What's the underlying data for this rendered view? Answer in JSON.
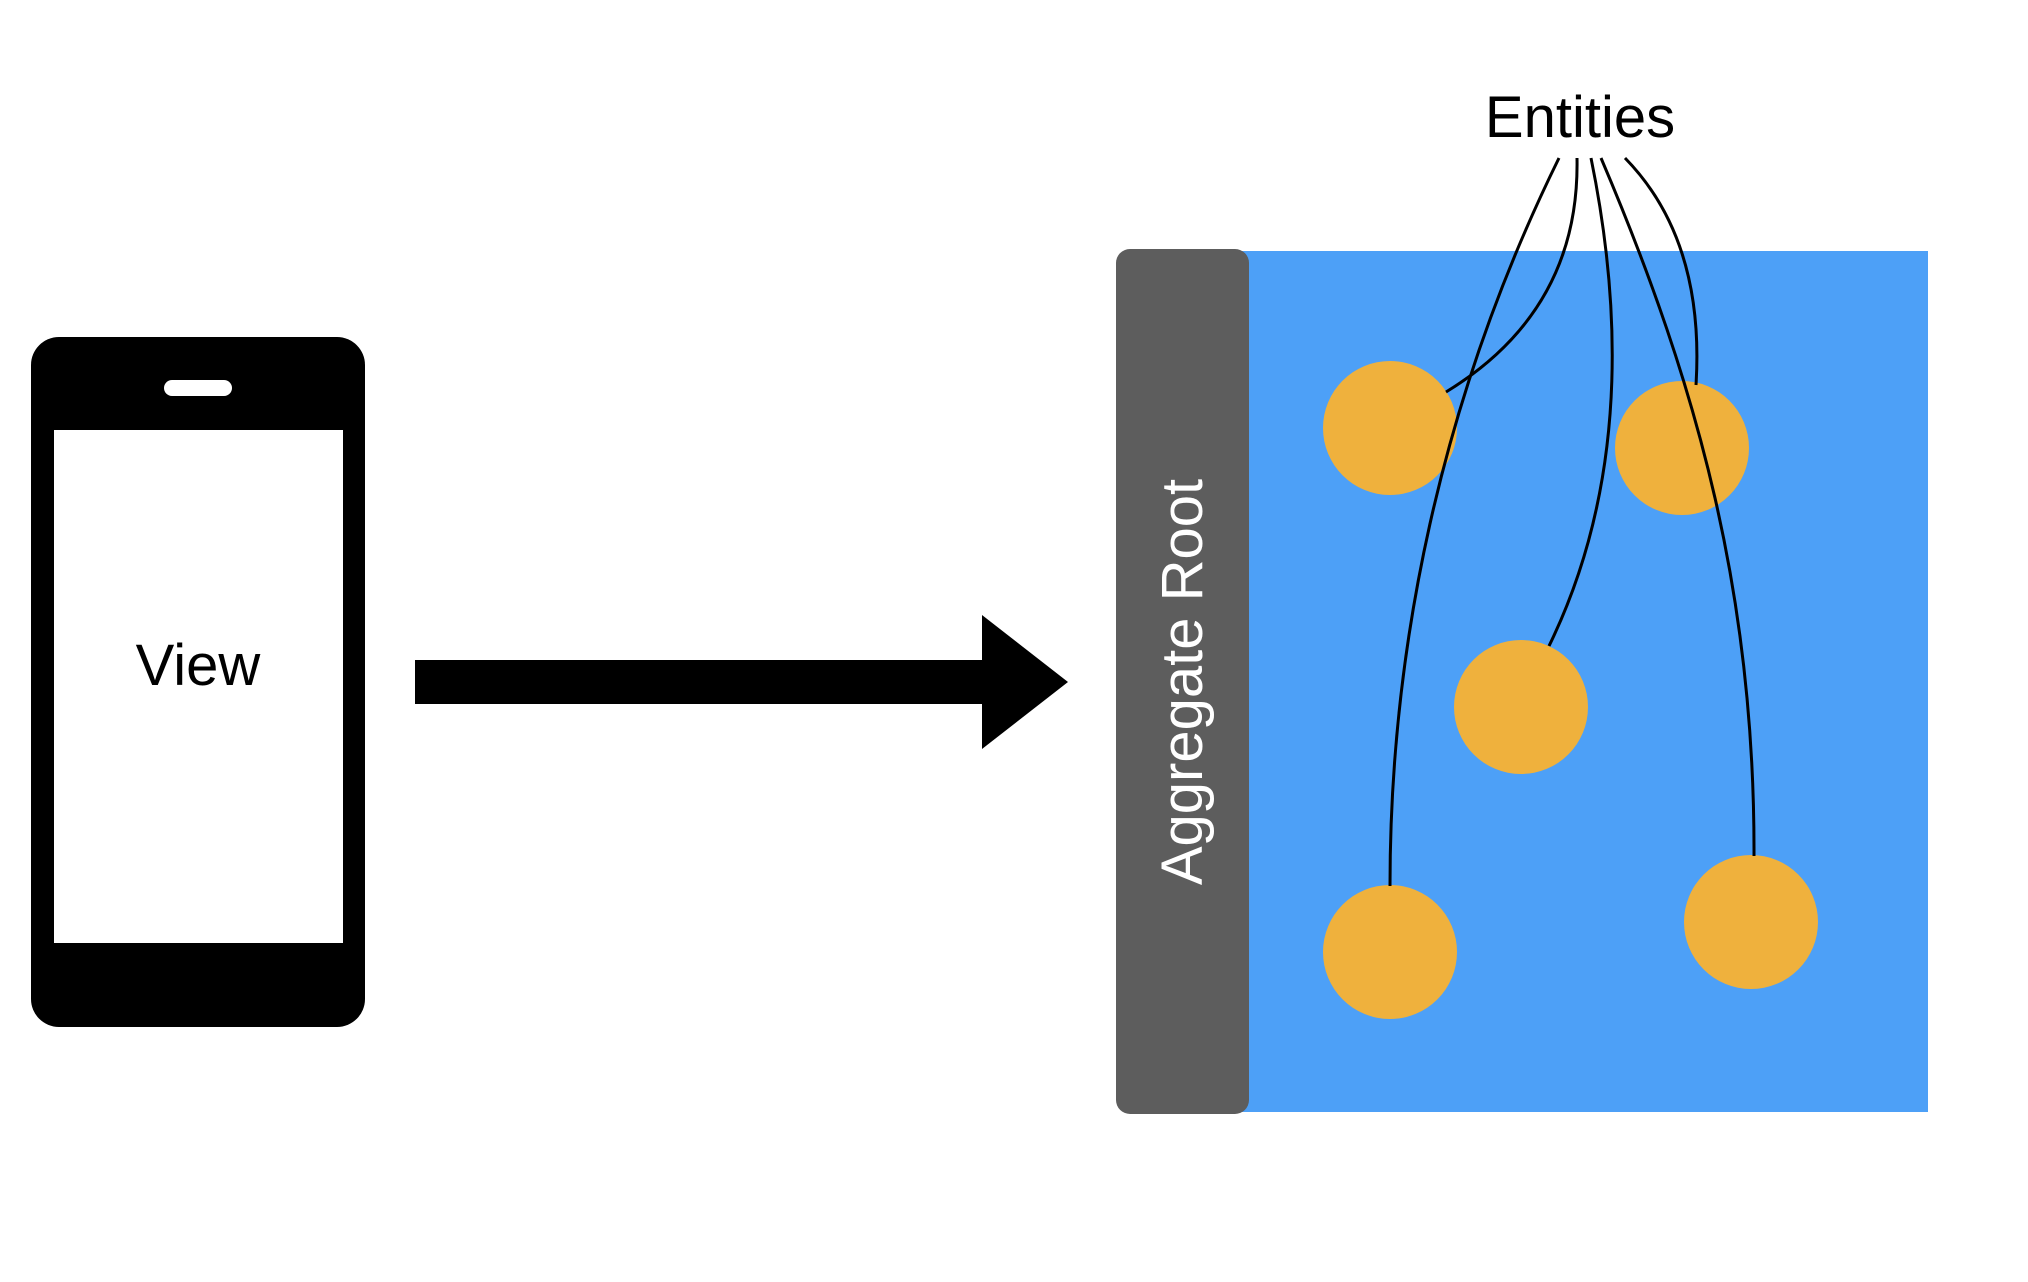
{
  "phone": {
    "label": "View"
  },
  "aggregate": {
    "label": "Aggregate Root"
  },
  "entities": {
    "label": "Entities",
    "count": 5
  },
  "colors": {
    "background": "#ffffff",
    "phone_body": "#000000",
    "phone_screen": "#ffffff",
    "arrow": "#000000",
    "aggregate_box": "#4da0f7",
    "root_bar": "#5d5d5d",
    "entity_fill": "#efb13d",
    "connector_line": "#000000",
    "root_text": "#ffffff",
    "label_text": "#000000"
  },
  "icons": {
    "phone": "smartphone-icon",
    "arrow": "right-arrow-icon"
  }
}
